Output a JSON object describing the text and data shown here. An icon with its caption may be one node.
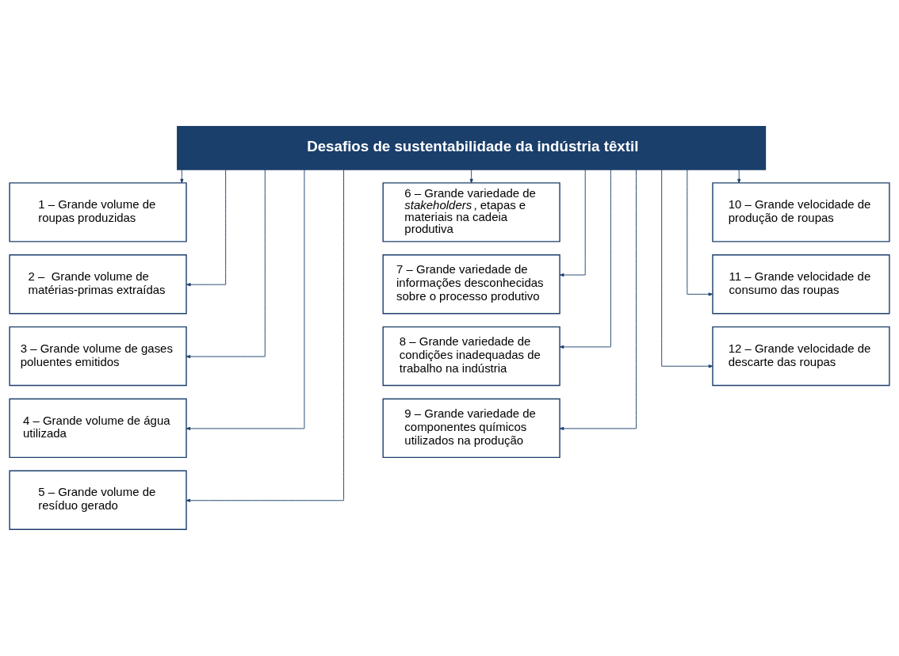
{
  "diagram": {
    "nodes": [
      {
        "text": [
          "Desafios de sustentabilidade da indústria têxtil"
        ]
      },
      {
        "text": [
          "1 – Grande volume de roupas produzidas"
        ]
      },
      {
        "text": [
          "2 –  Grande volume de matérias-primas extraídas"
        ]
      },
      {
        "text": [
          "3 – Grande volume de gases poluentes emitidos"
        ]
      },
      {
        "text": [
          "4 – Grande volume de água utilizada"
        ]
      },
      {
        "text": [
          "5 – Grande volume de resíduo gerado"
        ]
      },
      {
        "text": [
          "6 – Grande variedade de *stakeholders*, etapas e materiais na cadeia produtiva"
        ]
      },
      {
        "text": [
          "7 – Grande variedade de informações desconhecidas sobre o processo produtivo"
        ]
      },
      {
        "text": [
          "8 – Grande variedade de condições inadequadas de trabalho na indústria"
        ]
      },
      {
        "text": [
          "9 – Grande variedade de componentes químicos utilizados na produção"
        ]
      },
      {
        "text": [
          "10 – Grande velocidade de produção de roupas"
        ]
      },
      {
        "text": [
          "11 – Grande velocidade de consumo das roupas"
        ]
      },
      {
        "text": [
          "12 – Grande velocidade de descarte das roupas"
        ]
      }
    ],
    "edges": [
      {
        "from": 0,
        "to": 1,
        "arrow": "to"
      },
      {
        "from": 0,
        "to": 2,
        "arrow": "to"
      },
      {
        "from": 0,
        "to": 3,
        "arrow": "to"
      },
      {
        "from": 0,
        "to": 4,
        "arrow": "to"
      },
      {
        "from": 0,
        "to": 5,
        "arrow": "to"
      },
      {
        "from": 0,
        "to": 6,
        "arrow": "to"
      },
      {
        "from": 0,
        "to": 7,
        "arrow": "to"
      },
      {
        "from": 0,
        "to": 8,
        "arrow": "to"
      },
      {
        "from": 0,
        "to": 9,
        "arrow": "to"
      },
      {
        "from": 0,
        "to": 10,
        "arrow": "to"
      },
      {
        "from": 0,
        "to": 11,
        "arrow": "to"
      },
      {
        "from": 0,
        "to": 12,
        "arrow": "to"
      }
    ]
  }
}
